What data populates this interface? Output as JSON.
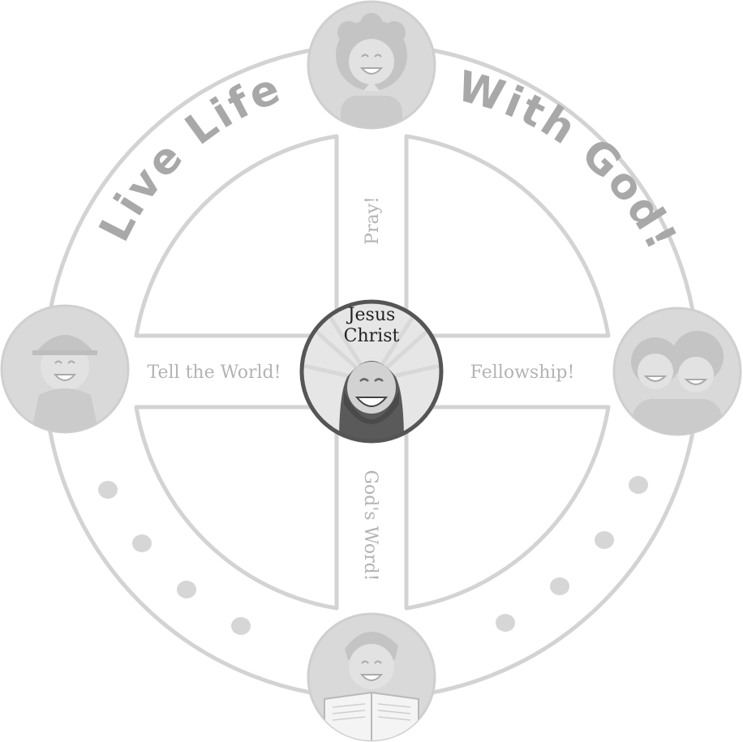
{
  "title": {
    "left": "Live Life",
    "right": "With God!"
  },
  "center": {
    "line1": "Jesus",
    "line2": "Christ"
  },
  "arms": {
    "top": "Pray!",
    "right": "Fellowship!",
    "bottom": "God's Word!",
    "left": "Tell the World!"
  },
  "colors": {
    "ring": "#d3d3d3",
    "text": "#b3b3b3",
    "title": "#a8a8a8",
    "center_border": "#555555",
    "center_text": "#222222"
  },
  "avatars": {
    "top": "praying-girl-icon",
    "right": "friends-icon",
    "bottom": "reading-boy-icon",
    "left": "boy-with-cap-icon",
    "center": "jesus-face-icon"
  }
}
